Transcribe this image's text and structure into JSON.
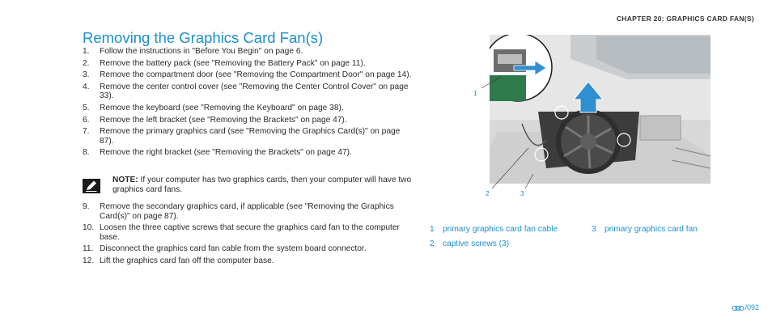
{
  "header": {
    "chapter": "CHAPTER 20: GRAPHICS CARD FAN(S)"
  },
  "title": "Removing the Graphics Card Fan(s)",
  "steps_a": [
    {
      "num": "1.",
      "text": "Follow the instructions in \"Before You Begin\" on page 6."
    },
    {
      "num": "2.",
      "text": "Remove the battery pack (see \"Removing the Battery Pack\" on page 11)."
    },
    {
      "num": "3.",
      "text": "Remove the compartment door (see \"Removing the Compartment Door\" on page 14)."
    },
    {
      "num": "4.",
      "text": "Remove the center control cover (see \"Removing the Center Control Cover\" on page 33)."
    },
    {
      "num": "5.",
      "text": "Remove the keyboard (see \"Removing the Keyboard\" on page 38)."
    },
    {
      "num": "6.",
      "text": "Remove the left bracket (see \"Removing the Brackets\" on page 47)."
    },
    {
      "num": "7.",
      "text": "Remove the primary graphics card (see \"Removing the Graphics Card(s)\" on page 87)."
    },
    {
      "num": "8.",
      "text": "Remove the right bracket (see \"Removing the Brackets\" on page 47)."
    }
  ],
  "note": {
    "label": "NOTE:",
    "text": "If your computer has two graphics cards, then your computer will have two graphics card fans."
  },
  "steps_b": [
    {
      "num": "9.",
      "text": "Remove the secondary graphics card, if applicable (see \"Removing the Graphics Card(s)\" on page 87)."
    },
    {
      "num": "10.",
      "text": "Loosen the three captive screws that secure the graphics card fan to the computer base."
    },
    {
      "num": "11.",
      "text": "Disconnect the graphics card fan cable from the system board connector."
    },
    {
      "num": "12.",
      "text": "Lift the graphics card fan off the computer base."
    }
  ],
  "callouts": {
    "c1": "1",
    "c2": "2",
    "c3": "3"
  },
  "legend": [
    {
      "num": "1",
      "text": "primary graphics card fan cable"
    },
    {
      "num": "3",
      "text": "primary graphics card fan"
    },
    {
      "num": "2",
      "text": "captive screws (3)"
    }
  ],
  "footer": {
    "page": "/092"
  },
  "colors": {
    "accent": "#1a8fd0"
  }
}
